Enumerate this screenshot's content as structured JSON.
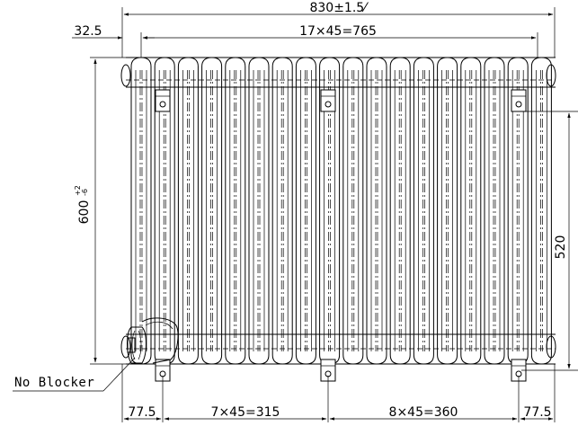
{
  "dimensions": {
    "overall_width": "830±1.5⁄",
    "left_offset": "32.5",
    "pitch_total": "17×45=765",
    "height_left": "600",
    "height_tol_upper": "+2",
    "height_tol_lower": "-6",
    "height_right": "520",
    "bottom_left_edge": "77.5",
    "bottom_segment_1": "7×45=315",
    "bottom_segment_2": "8×45=360",
    "bottom_right_edge": "77.5"
  },
  "labels": {
    "no_blocker": "No Blocker"
  },
  "radiator": {
    "column_count": 18
  }
}
